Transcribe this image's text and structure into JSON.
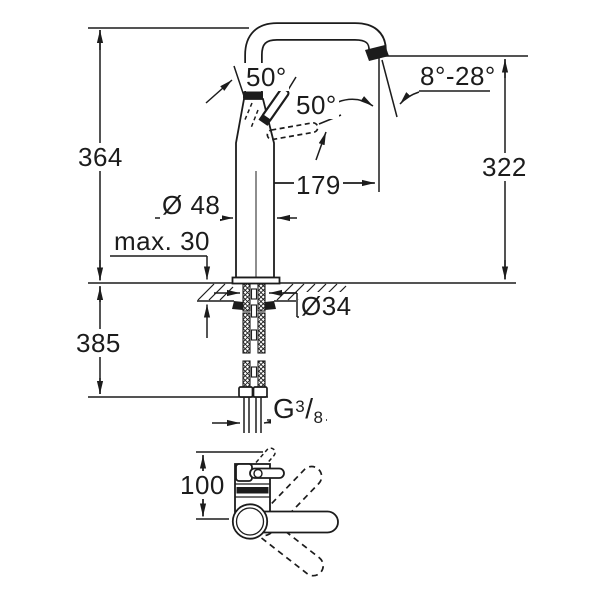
{
  "labels": {
    "height_above_deck": "364",
    "height_below_deck": "385",
    "spout_outlet_height": "322",
    "spout_projection": "179",
    "body_diameter": "Ø 48",
    "max_mounting_thickness": "max. 30",
    "mounting_hole_diameter": "Ø34",
    "lever_angle": "50°",
    "lever_open_angle": "50°",
    "aerator_angle_range": "8°-28°",
    "top_view_height": "100",
    "thread_prefix": "G",
    "thread_numerator": "3",
    "thread_slash": "/",
    "thread_denominator": "8"
  },
  "colors": {
    "line": "#1c1c1c",
    "background": "#ffffff"
  }
}
